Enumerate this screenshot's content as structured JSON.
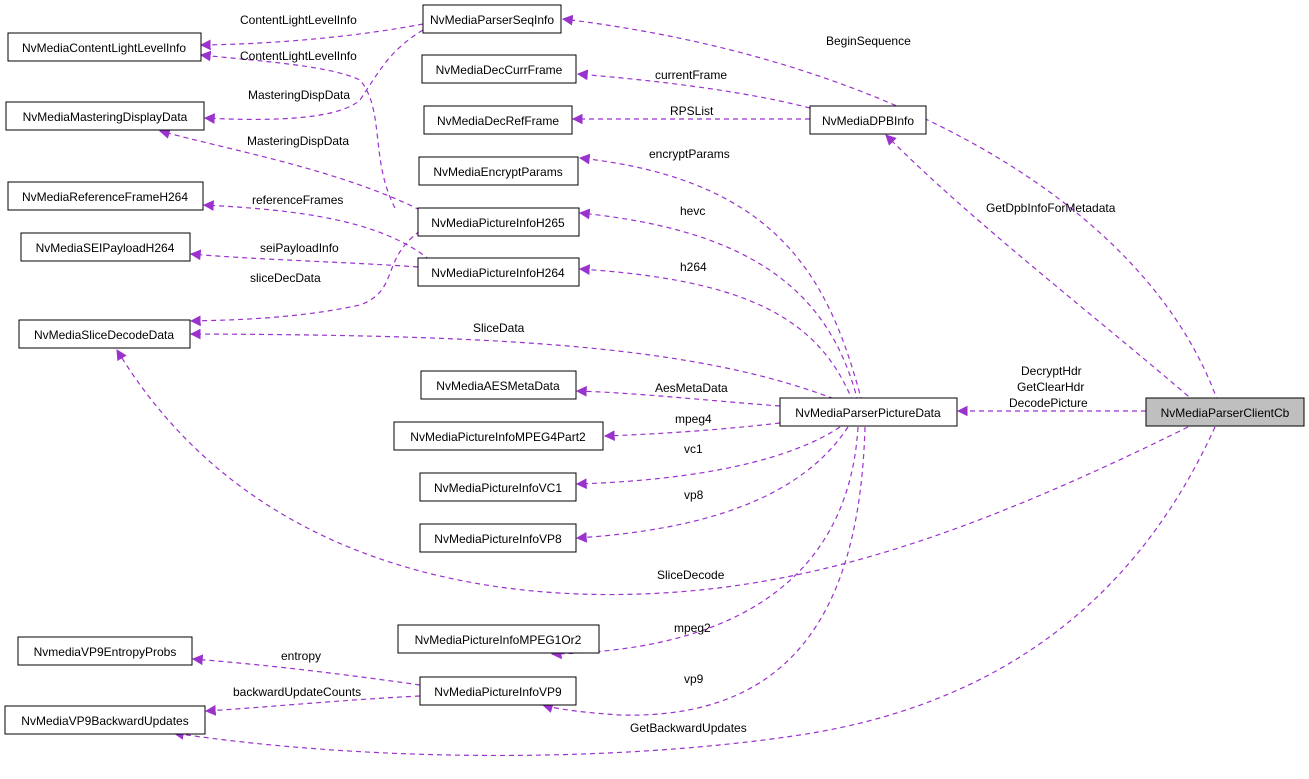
{
  "edge_color": "#9a32cd",
  "root_fill": "#bfbfbf",
  "nodes": {
    "client_cb": "NvMediaParserClientCb",
    "picture_data": "NvMediaParserPictureData",
    "seq_info": "NvMediaParserSeqInfo",
    "dpb_info": "NvMediaDPBInfo",
    "content_light": "NvMediaContentLightLevelInfo",
    "mastering": "NvMediaMasteringDisplayData",
    "dec_curr_frame": "NvMediaDecCurrFrame",
    "dec_ref_frame": "NvMediaDecRefFrame",
    "encrypt_params": "NvMediaEncryptParams",
    "ref_frame_h264": "NvMediaReferenceFrameH264",
    "pic_h265": "NvMediaPictureInfoH265",
    "sei_h264": "NvMediaSEIPayloadH264",
    "pic_h264": "NvMediaPictureInfoH264",
    "slice_decode": "NvMediaSliceDecodeData",
    "aes_meta": "NvMediaAESMetaData",
    "pic_mpeg4": "NvMediaPictureInfoMPEG4Part2",
    "pic_vc1": "NvMediaPictureInfoVC1",
    "pic_vp8": "NvMediaPictureInfoVP8",
    "pic_mpeg12": "NvMediaPictureInfoMPEG1Or2",
    "vp9_entropy": "NvmediaVP9EntropyProbs",
    "pic_vp9": "NvMediaPictureInfoVP9",
    "vp9_backward": "NvMediaVP9BackwardUpdates"
  },
  "edges": {
    "begin_sequence": "BeginSequence",
    "decrypt_hdr": "DecryptHdr",
    "get_clear_hdr": "GetClearHdr",
    "decode_picture": "DecodePicture",
    "get_dpb_info": "GetDpbInfoForMetadata",
    "slice_decode": "SliceDecode",
    "get_backward_updates": "GetBackwardUpdates",
    "current_frame": "currentFrame",
    "rps_list": "RPSList",
    "content_light_1": "ContentLightLevelInfo",
    "content_light_2": "ContentLightLevelInfo",
    "mastering_1": "MasteringDispData",
    "mastering_2": "MasteringDispData",
    "encrypt_params": "encryptParams",
    "hevc": "hevc",
    "h264": "h264",
    "reference_frames": "referenceFrames",
    "sei_payload": "seiPayloadInfo",
    "slice_dec_data": "sliceDecData",
    "slice_data": "SliceData",
    "aes_meta": "AesMetaData",
    "mpeg4": "mpeg4",
    "vc1": "vc1",
    "vp8": "vp8",
    "mpeg2": "mpeg2",
    "vp9": "vp9",
    "entropy": "entropy",
    "backward_update_counts": "backwardUpdateCounts"
  }
}
